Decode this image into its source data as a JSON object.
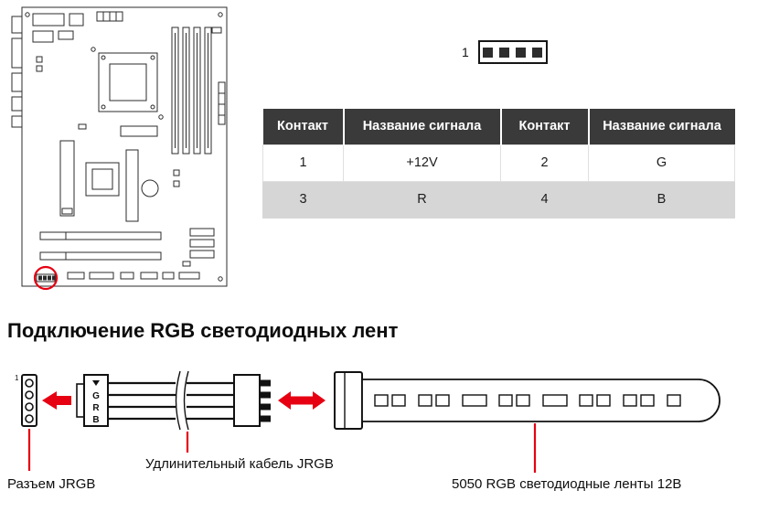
{
  "pin_diagram": {
    "pin_label": "1"
  },
  "pinout_table": {
    "headers": [
      "Контакт",
      "Название сигнала",
      "Контакт",
      "Название сигнала"
    ],
    "rows": [
      [
        "1",
        "+12V",
        "2",
        "G"
      ],
      [
        "3",
        "R",
        "4",
        "B"
      ]
    ]
  },
  "section": {
    "heading": "Подключение RGB светодиодных лент"
  },
  "connection_diagram": {
    "connector_pin_label": "1",
    "cable_pin_labels": [
      "G",
      "R",
      "B"
    ],
    "jrgb_connector_label": "Разъем JRGB",
    "extension_cable_label": "Удлинительный кабель JRGB",
    "led_strip_label": "5050 RGB светодиодные ленты 12В"
  },
  "colors": {
    "accent_red": "#e60012",
    "table_header_bg": "#3a3a3a",
    "table_row_alt_bg": "#d6d6d6"
  }
}
